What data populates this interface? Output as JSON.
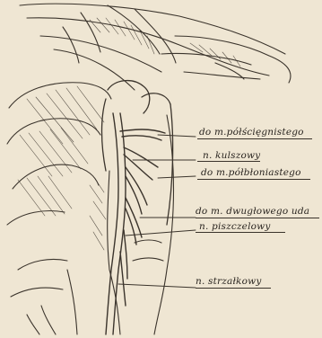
{
  "labels": {
    "semitendinosus": "do m.półścięgnistego",
    "sciatic": "n. kulszowy",
    "semimembranosus": "do m.półbłoniastego",
    "biceps": "do m. dwugłowego uda",
    "tibial": "n. piszczelowy",
    "peroneal": "n. strzałkowy"
  },
  "colors": {
    "paper": "#efe6d3",
    "ink": "#2a2520"
  }
}
